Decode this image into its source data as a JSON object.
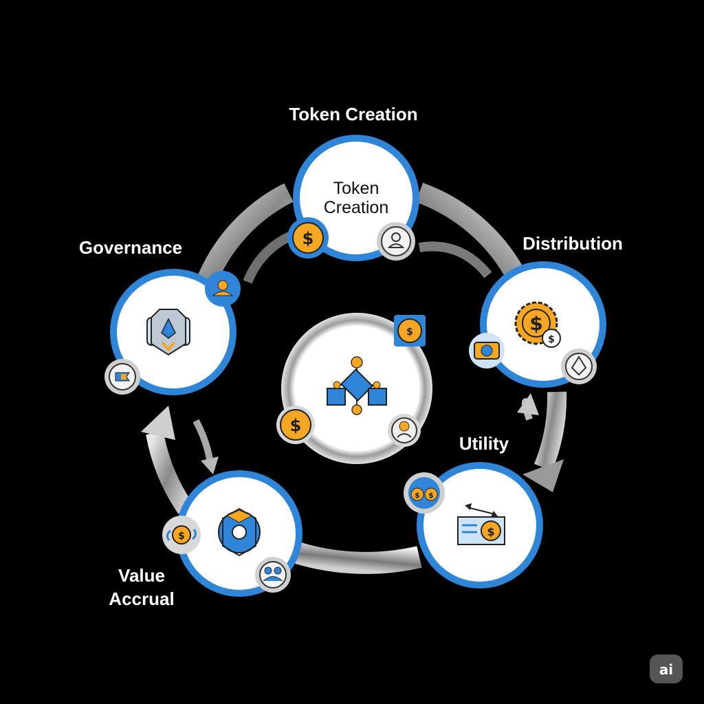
{
  "diagram": {
    "stages": [
      {
        "id": "token-creation",
        "label": "Token Creation",
        "inner_label": [
          "Token",
          "Creation"
        ]
      },
      {
        "id": "distribution",
        "label": "Distribution"
      },
      {
        "id": "utility",
        "label": "Utility"
      },
      {
        "id": "value-accrual",
        "label": [
          "Value",
          "Accrual"
        ]
      },
      {
        "id": "governance",
        "label": "Governance"
      }
    ],
    "center": {
      "icon": "network-blocks-icon"
    },
    "colors": {
      "accent_blue": "#2f86d8",
      "coin_orange": "#f5a623",
      "ring_gray": "#9a9a9a",
      "background": "#000000"
    }
  },
  "corner_logo": "ai"
}
